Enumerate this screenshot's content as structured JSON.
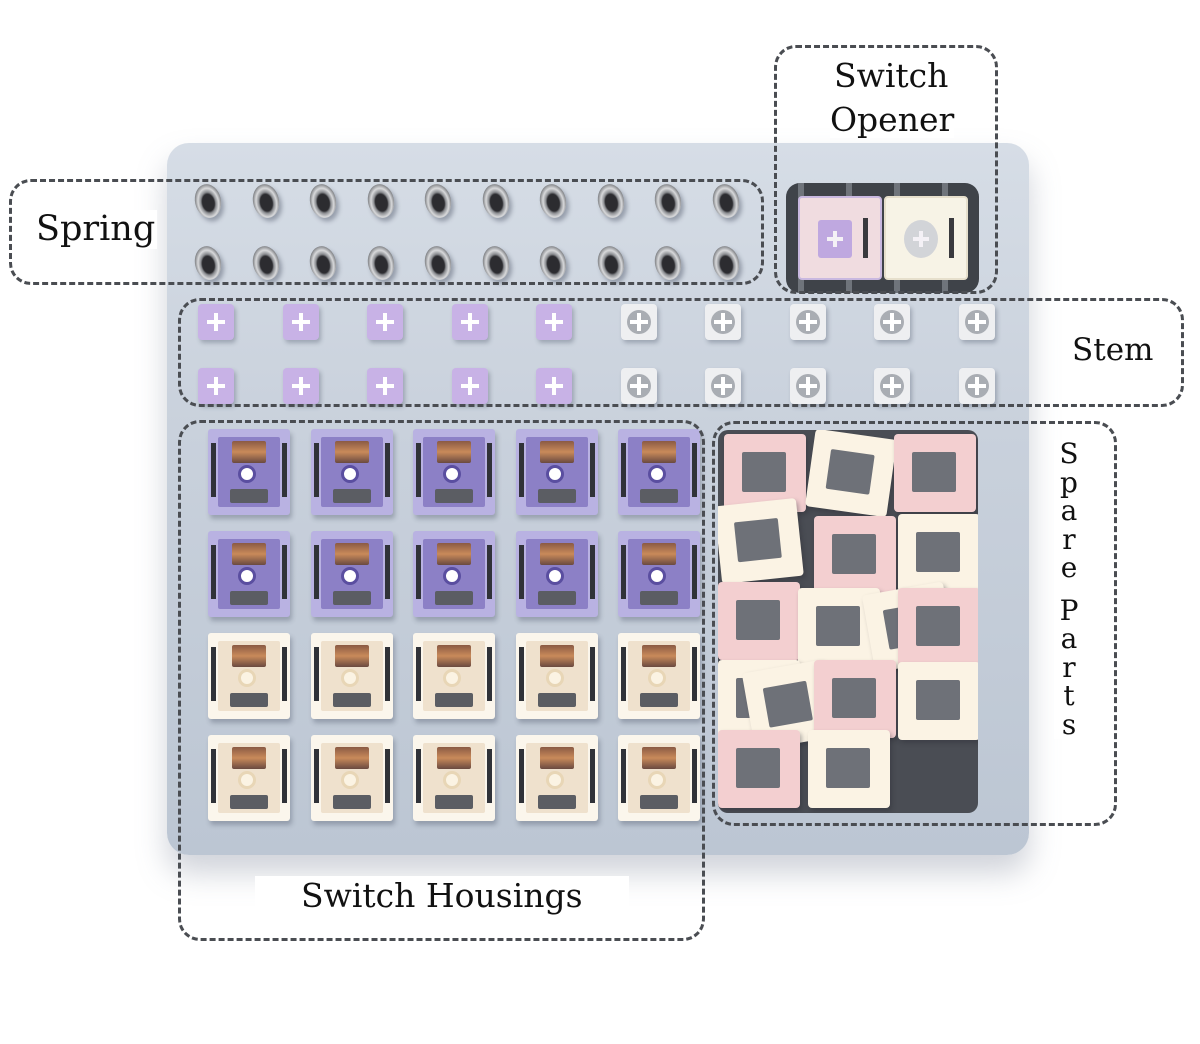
{
  "labels": {
    "spring": "Spring",
    "switch_opener_line1": "Switch",
    "switch_opener_line2": "Opener",
    "stem": "Stem",
    "spare_parts_word1": "Spare",
    "spare_parts_word2": "Parts",
    "switch_housings": "Switch Housings"
  },
  "tray": {
    "color": "#c9d1dc",
    "springs": {
      "rows": 2,
      "columns": 10
    },
    "switch_opener": {
      "switches": [
        "purple",
        "white"
      ]
    },
    "stems": {
      "rows": 2,
      "purple_per_row": 5,
      "white_per_row": 5,
      "colors": {
        "purple": "#c8b2e6",
        "white": "#eeeff1"
      }
    },
    "housings": {
      "columns": 5,
      "rows": [
        "purple",
        "purple",
        "cream",
        "cream"
      ],
      "colors": {
        "purple": "#b9b2e2",
        "purple_inner": "#8c80c6",
        "cream": "#fbf6ec",
        "cream_inner": "#efe1cd"
      }
    },
    "spare_parts": {
      "colors": {
        "pink": "#f3cfd0",
        "cream": "#fbf3e4"
      },
      "count": 16
    }
  }
}
